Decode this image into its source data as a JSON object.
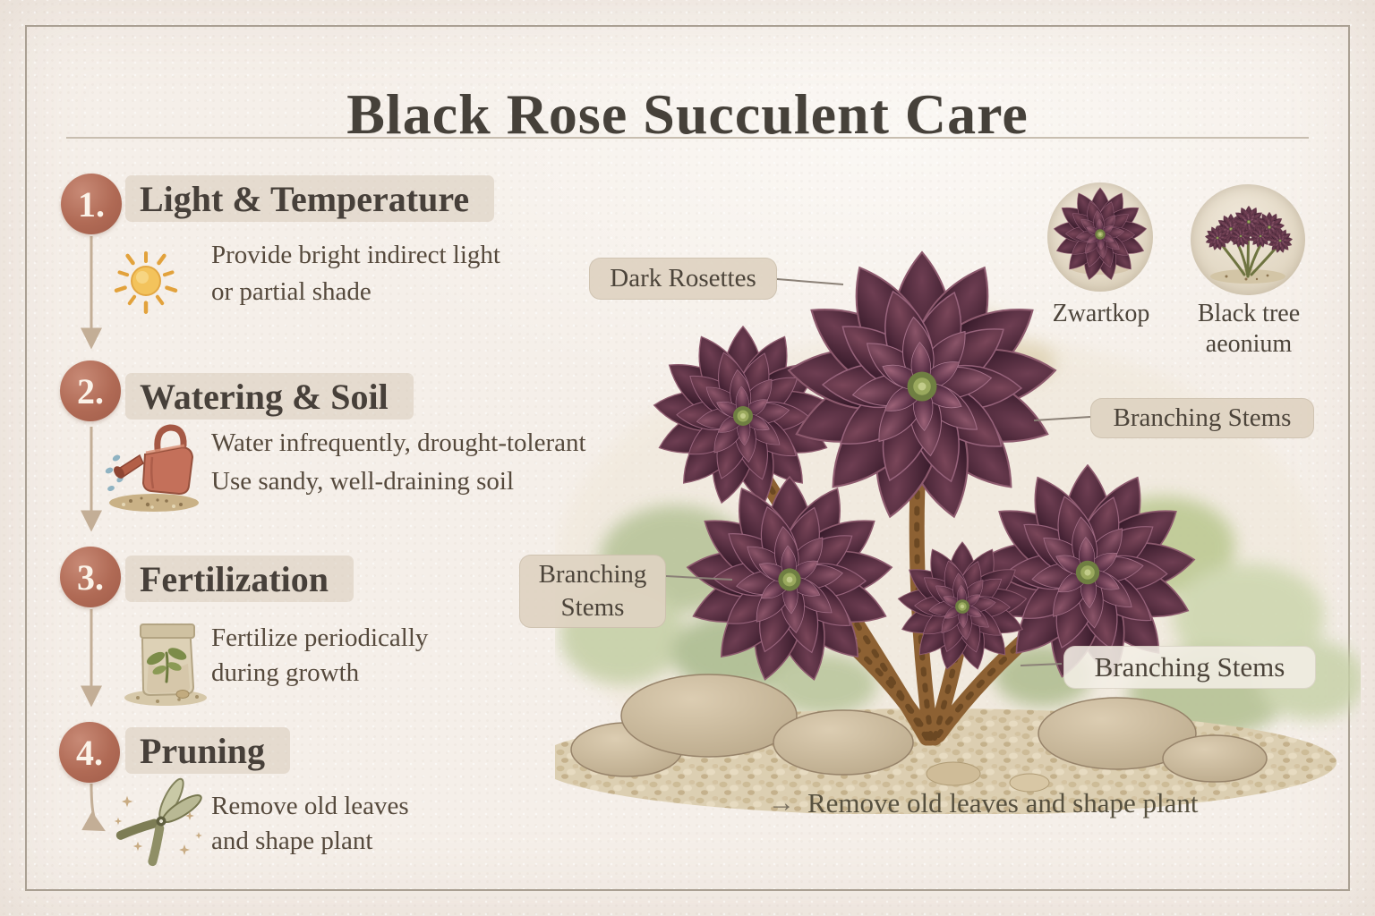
{
  "title": "Black Rose Succulent Care",
  "steps": [
    {
      "number": "1.",
      "heading": "Light & Temperature",
      "icon": "sun-icon",
      "lines": [
        "Provide bright indirect light",
        "or partial shade"
      ]
    },
    {
      "number": "2.",
      "heading": "Watering & Soil",
      "icon": "watering-can-icon",
      "lines": [
        "Water infrequently, drought-tolerant",
        "Use sandy, well-draining soil"
      ]
    },
    {
      "number": "3.",
      "heading": "Fertilization",
      "icon": "fertilizer-bag-icon",
      "lines": [
        "Fertilize periodically",
        "during growth"
      ]
    },
    {
      "number": "4.",
      "heading": "Pruning",
      "icon": "pruning-shears-icon",
      "lines": [
        "Remove old leaves",
        "and shape plant"
      ]
    }
  ],
  "plant_labels": {
    "dark_rosettes": "Dark Rosettes",
    "branching_stems": "Branching Stems"
  },
  "insets": [
    {
      "label": "Zwartkop"
    },
    {
      "label": "Black tree aeonium"
    }
  ],
  "footer_note": {
    "arrow": "→",
    "text": "Remove old leaves and shape plant"
  },
  "colors": {
    "accent_terracotta": "#b5705f",
    "heading_bar": "#d7cbb9",
    "pill_background": "#ded3c1",
    "heading_text": "#47403a",
    "body_text": "#55493c",
    "rosette_dark": "#331b27",
    "rosette_center_green": "#7e8f4b",
    "stem_brown": "#8d6133",
    "paper": "#f5efe9"
  }
}
